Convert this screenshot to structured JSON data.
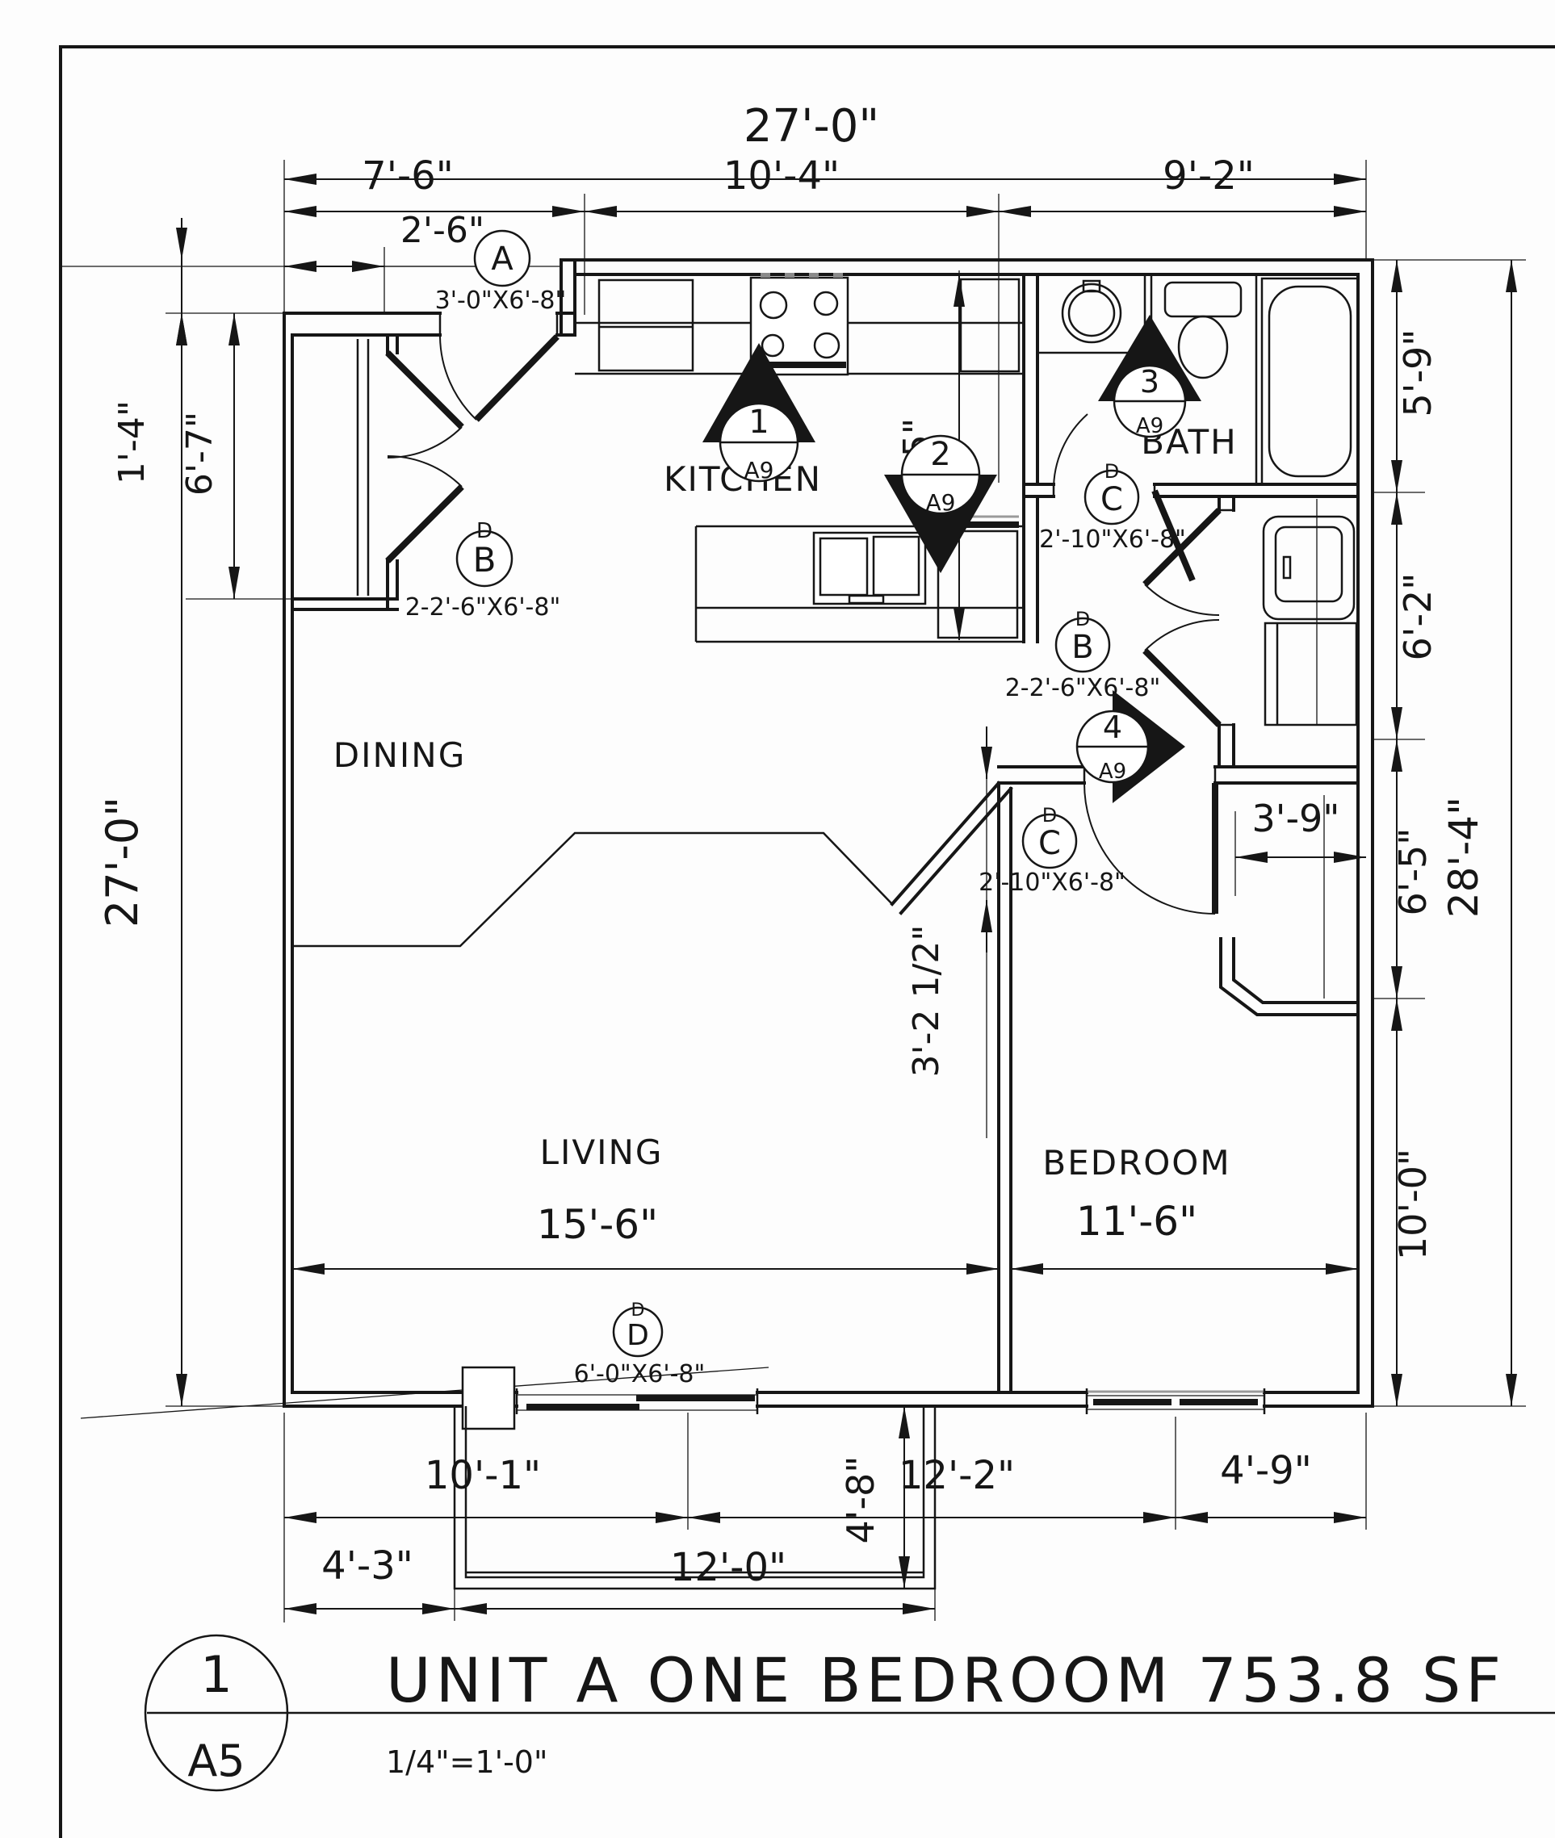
{
  "ink": "#161616",
  "title_block": {
    "detail_number": "1",
    "sheet_ref": "A5",
    "title": "UNIT A ONE BEDROOM 753.8 SF",
    "scale": "1/4\"=1'-0\""
  },
  "room_labels": {
    "kitchen": "KITCHEN",
    "bath": "BATH",
    "dining": "DINING",
    "living": "LIVING",
    "bedroom": "BEDROOM"
  },
  "dims": {
    "top_overall": "27'-0\"",
    "top_a": "7'-6\"",
    "top_b": "10'-4\"",
    "top_c": "9'-2\"",
    "entry_door_offset": "2'-6\"",
    "left_jog": "1'-4\"",
    "entry_depth": "6'-7\"",
    "left_overall": "27'-0\"",
    "right_a": "5'-9\"",
    "right_b": "6'-2\"",
    "right_c": "6'-5\"",
    "right_d": "10'-0\"",
    "right_overall": "28'-4\"",
    "kitchen_depth": "9'-5\"",
    "living_width": "15'-6\"",
    "bedroom_width": "11'-6\"",
    "bedroom_jog": "3'-2 1/2\"",
    "closet_depth": "3'-9\"",
    "bottom_a": "10'-1\"",
    "bottom_b": "12'-2\"",
    "bottom_c": "4'-9\"",
    "bottom_d": "4'-3\"",
    "deck_width": "12'-0\"",
    "deck_depth": "4'-8\""
  },
  "door_tags": {
    "entry": {
      "letter": "A",
      "size": "3'-0\"X6'-8\""
    },
    "entry_closet": {
      "letter": "B",
      "prefix": "D",
      "size": "2-2'-6\"X6'-8\""
    },
    "bath_door": {
      "letter": "C",
      "prefix": "D",
      "size": "2'-10\"X6'-8\""
    },
    "hall_closet": {
      "letter": "B",
      "prefix": "D",
      "size": "2-2'-6\"X6'-8\""
    },
    "bedroom_door": {
      "letter": "C",
      "prefix": "D",
      "size": "2'-10\"X6'-8\""
    },
    "patio_door": {
      "letter": "D",
      "prefix": "D",
      "size": "6'-0\"X6'-8\""
    }
  },
  "section_markers": [
    {
      "number": "1",
      "sheet": "A9"
    },
    {
      "number": "2",
      "sheet": "A9"
    },
    {
      "number": "3",
      "sheet": "A9"
    },
    {
      "number": "4",
      "sheet": "A9"
    }
  ]
}
